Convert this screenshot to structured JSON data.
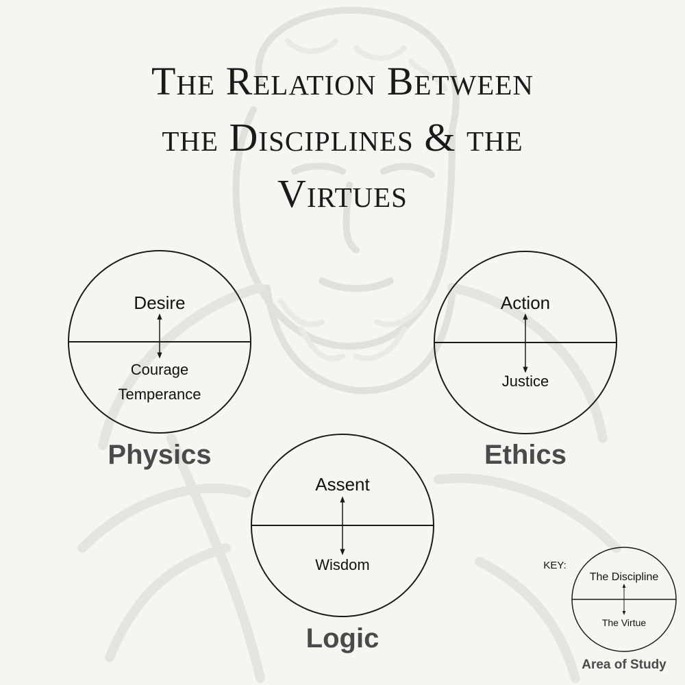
{
  "title_lines": [
    "The Relation Between",
    "the Disciplines & the",
    "Virtues"
  ],
  "areas": [
    {
      "name": "Physics",
      "discipline": "Desire",
      "virtues": [
        "Courage",
        "Temperance"
      ]
    },
    {
      "name": "Ethics",
      "discipline": "Action",
      "virtues": [
        "Justice"
      ]
    },
    {
      "name": "Logic",
      "discipline": "Assent",
      "virtues": [
        "Wisdom"
      ]
    }
  ],
  "key": {
    "label": "KEY:",
    "discipline": "The Discipline",
    "virtue": "The Virtue",
    "area": "Area of Study"
  },
  "colors": {
    "background": "#f6f5f1",
    "line": "#1a1a1a",
    "area_text": "#4a4a4a",
    "portrait": "#e4e2dd"
  },
  "background_image": "stoic-philosopher-bust-sketch"
}
